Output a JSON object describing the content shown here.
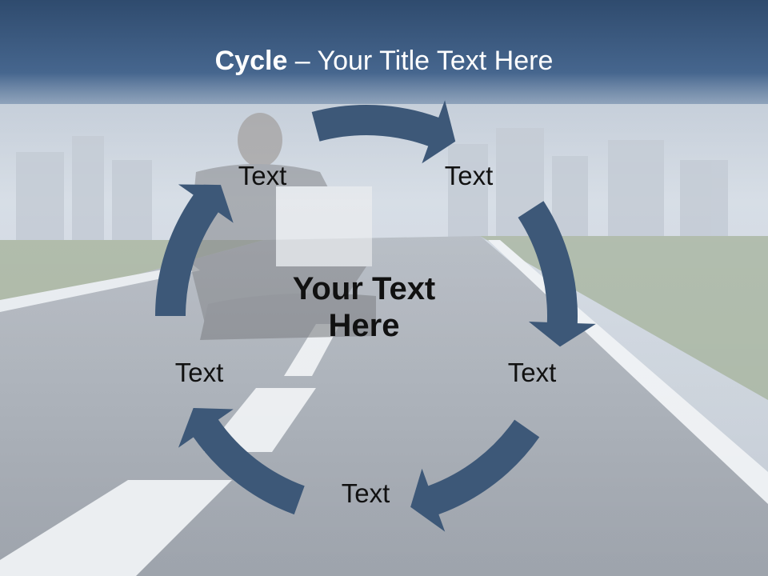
{
  "slide": {
    "title_bold": "Cycle",
    "title_rest": " – Your Title Text Here",
    "center_text_line1": "Your Text",
    "center_text_line2": "Here",
    "nodes": [
      "Text",
      "Text",
      "Text",
      "Text",
      "Text"
    ]
  },
  "colors": {
    "title_bar": "#3f5f86",
    "arrow_fill": "#3d5878",
    "text": "#111111",
    "title_text": "#ffffff"
  },
  "icons": [
    "cycle-arrow-icon"
  ]
}
